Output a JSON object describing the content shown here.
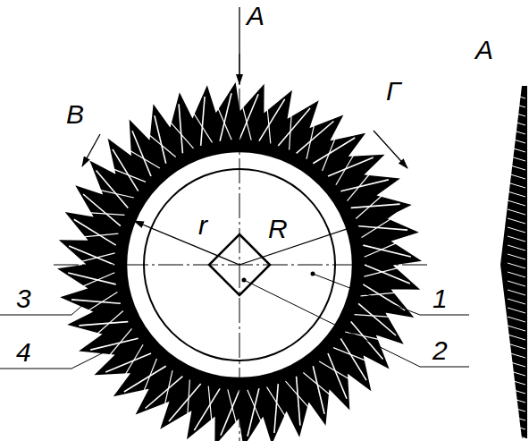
{
  "diagram": {
    "labels": [
      "А",
      "В",
      "Г",
      "r",
      "R",
      "1",
      "2",
      "3",
      "4",
      "А"
    ]
  }
}
